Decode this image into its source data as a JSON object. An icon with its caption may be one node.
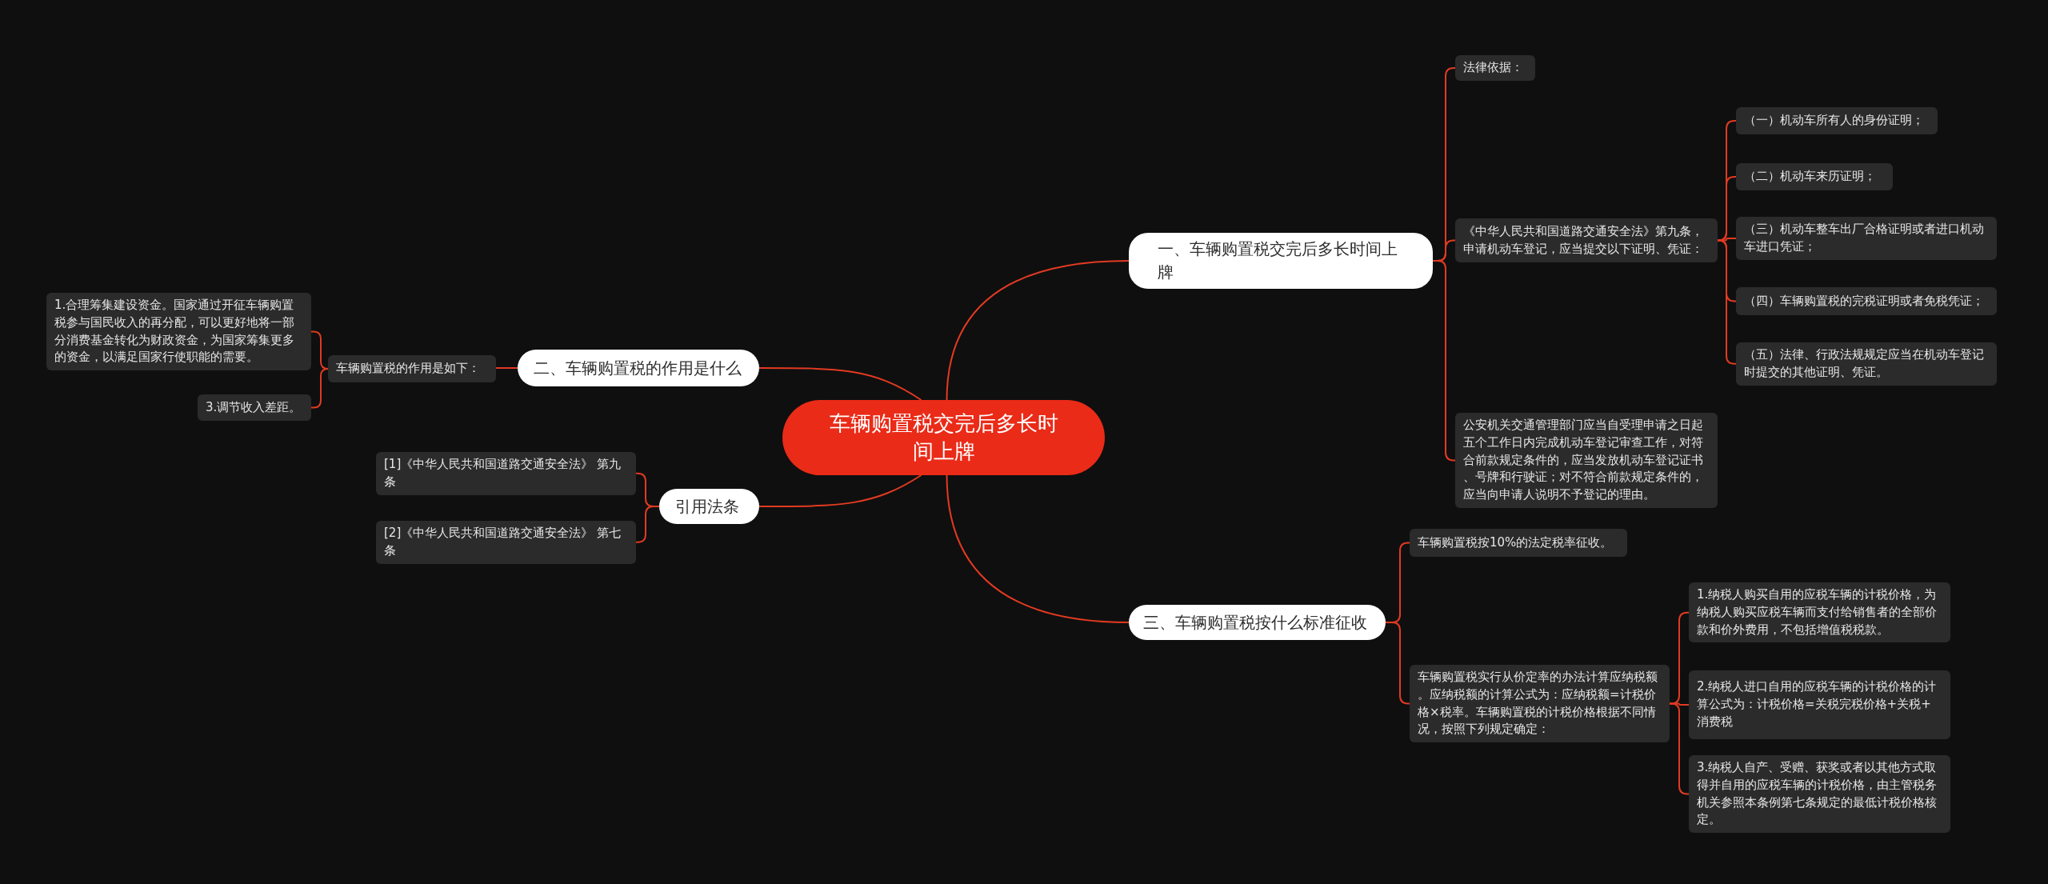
{
  "diagram": {
    "nodes": [
      {
        "text": [
          "车辆购置税交完后多长时间上牌"
        ]
      },
      {
        "text": [
          "一、车辆购置税交完后多长时间上牌"
        ]
      },
      {
        "text": [
          "法律依据："
        ]
      },
      {
        "text": [
          "《中华人民共和国道路交通安全法》第九条，申请机动车登记，应当提交以下证明、凭证："
        ]
      },
      {
        "text": [
          "（一）机动车所有人的身份证明；"
        ]
      },
      {
        "text": [
          "（二）机动车来历证明；"
        ]
      },
      {
        "text": [
          "（三）机动车整车出厂合格证明或者进口机动车进口凭证；"
        ]
      },
      {
        "text": [
          "（四）车辆购置税的完税证明或者免税凭证；"
        ]
      },
      {
        "text": [
          "（五）法律、行政法规规定应当在机动车登记时提交的其他证明、凭证。"
        ]
      },
      {
        "text": [
          "公安机关交通管理部门应当自受理申请之日起五个工作日内完成机动车登记审查工作，对符合前款规定条件的，应当发放机动车登记证书、号牌和行驶证；对不符合前款规定条件的，应当向申请人说明不予登记的理由。"
        ]
      },
      {
        "text": [
          "二、车辆购置税的作用是什么"
        ]
      },
      {
        "text": [
          "车辆购置税的作用是如下："
        ]
      },
      {
        "text": [
          "1.合理筹集建设资金。国家通过开征车辆购置税参与国民收入的再分配，可以更好地将一部分消费基金转化为财政资金，为国家筹集更多的资金，以满足国家行使职能的需要。"
        ]
      },
      {
        "text": [
          "3.调节收入差距。"
        ]
      },
      {
        "text": [
          "引用法条"
        ]
      },
      {
        "text": [
          "[1]《中华人民共和国道路交通安全法》 第九条"
        ]
      },
      {
        "text": [
          "[2]《中华人民共和国道路交通安全法》 第七条"
        ]
      },
      {
        "text": [
          "三、车辆购置税按什么标准征收"
        ]
      },
      {
        "text": [
          "车辆购置税按10%的法定税率征收。"
        ]
      },
      {
        "text": [
          "车辆购置税实行从价定率的办法计算应纳税额。应纳税额的计算公式为：应纳税额=计税价格×税率。车辆购置税的计税价格根据不同情况，按照下列规定确定："
        ]
      },
      {
        "text": [
          "1.纳税人购买自用的应税车辆的计税价格，为纳税人购买应税车辆而支付给销售者的全部价款和价外费用，不包括增值税税款。"
        ]
      },
      {
        "text": [
          "2.纳税人进口自用的应税车辆的计税价格的计算公式为：计税价格=关税完税价格+关税+消费税"
        ]
      },
      {
        "text": [
          "3.纳税人自产、受赠、获奖或者以其他方式取得并自用的应税车辆的计税价格，由主管税务机关参照本条例第七条规定的最低计税价格核定。"
        ]
      }
    ],
    "edges": [
      {
        "from": 0,
        "to": 1,
        "arrow": "none"
      },
      {
        "from": 1,
        "to": 2,
        "arrow": "none"
      },
      {
        "from": 1,
        "to": 3,
        "arrow": "none"
      },
      {
        "from": 3,
        "to": 4,
        "arrow": "none"
      },
      {
        "from": 3,
        "to": 5,
        "arrow": "none"
      },
      {
        "from": 3,
        "to": 6,
        "arrow": "none"
      },
      {
        "from": 3,
        "to": 7,
        "arrow": "none"
      },
      {
        "from": 3,
        "to": 8,
        "arrow": "none"
      },
      {
        "from": 1,
        "to": 9,
        "arrow": "none"
      },
      {
        "from": 0,
        "to": 10,
        "arrow": "none"
      },
      {
        "from": 10,
        "to": 11,
        "arrow": "none"
      },
      {
        "from": 11,
        "to": 12,
        "arrow": "none"
      },
      {
        "from": 11,
        "to": 13,
        "arrow": "none"
      },
      {
        "from": 0,
        "to": 14,
        "arrow": "none"
      },
      {
        "from": 14,
        "to": 15,
        "arrow": "none"
      },
      {
        "from": 14,
        "to": 16,
        "arrow": "none"
      },
      {
        "from": 0,
        "to": 17,
        "arrow": "none"
      },
      {
        "from": 17,
        "to": 18,
        "arrow": "none"
      },
      {
        "from": 17,
        "to": 19,
        "arrow": "none"
      },
      {
        "from": 19,
        "to": 20,
        "arrow": "none"
      },
      {
        "from": 19,
        "to": 21,
        "arrow": "none"
      },
      {
        "from": 19,
        "to": 22,
        "arrow": "none"
      }
    ]
  }
}
